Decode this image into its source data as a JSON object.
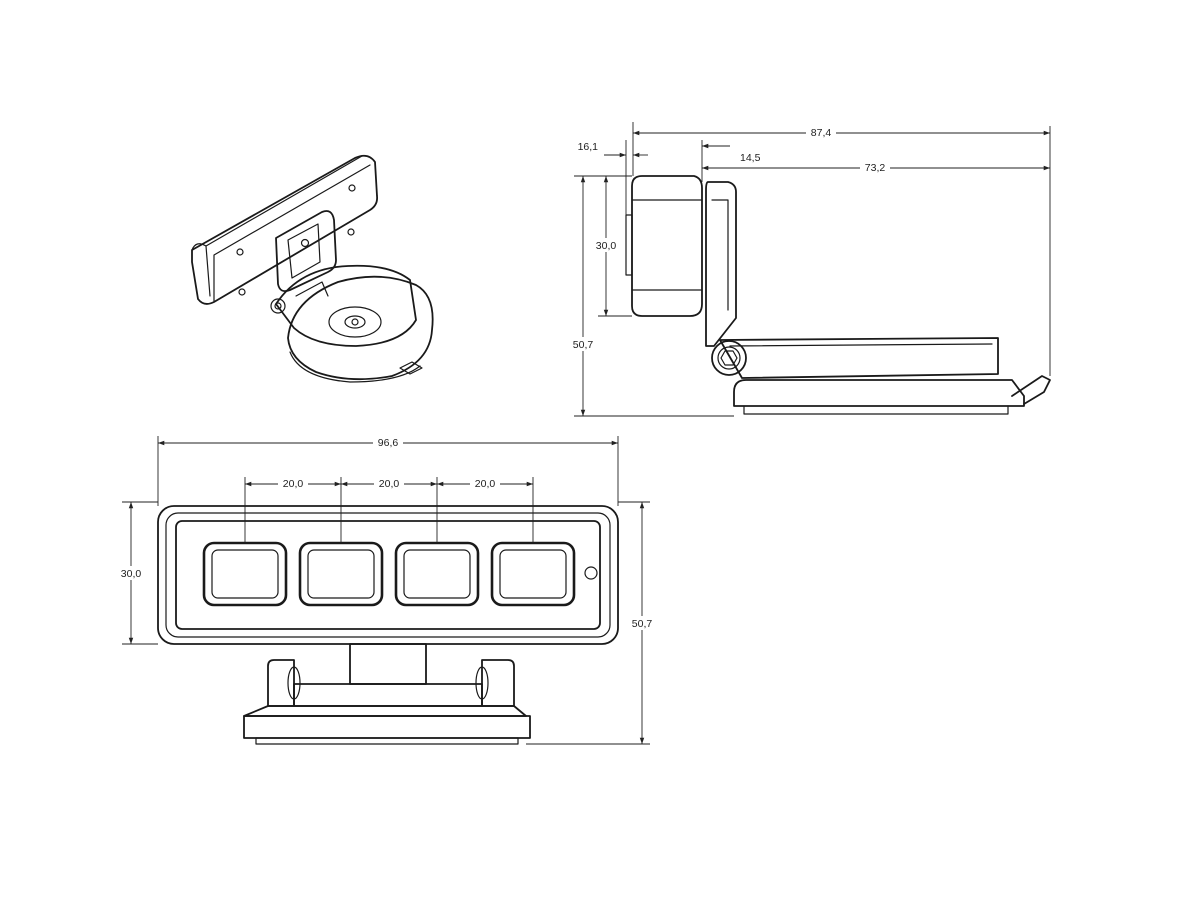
{
  "dimensions": {
    "top_right": {
      "overall_depth": "87,4",
      "lamp_depth": "16,1",
      "hinge_offset": "14,5",
      "base_depth": "73,2",
      "lamp_height": "30,0",
      "overall_height": "50,7"
    },
    "front": {
      "overall_width": "96,6",
      "led_pitch_1": "20,0",
      "led_pitch_2": "20,0",
      "led_pitch_3": "20,0",
      "lamp_height": "30,0",
      "overall_height": "50,7"
    }
  }
}
